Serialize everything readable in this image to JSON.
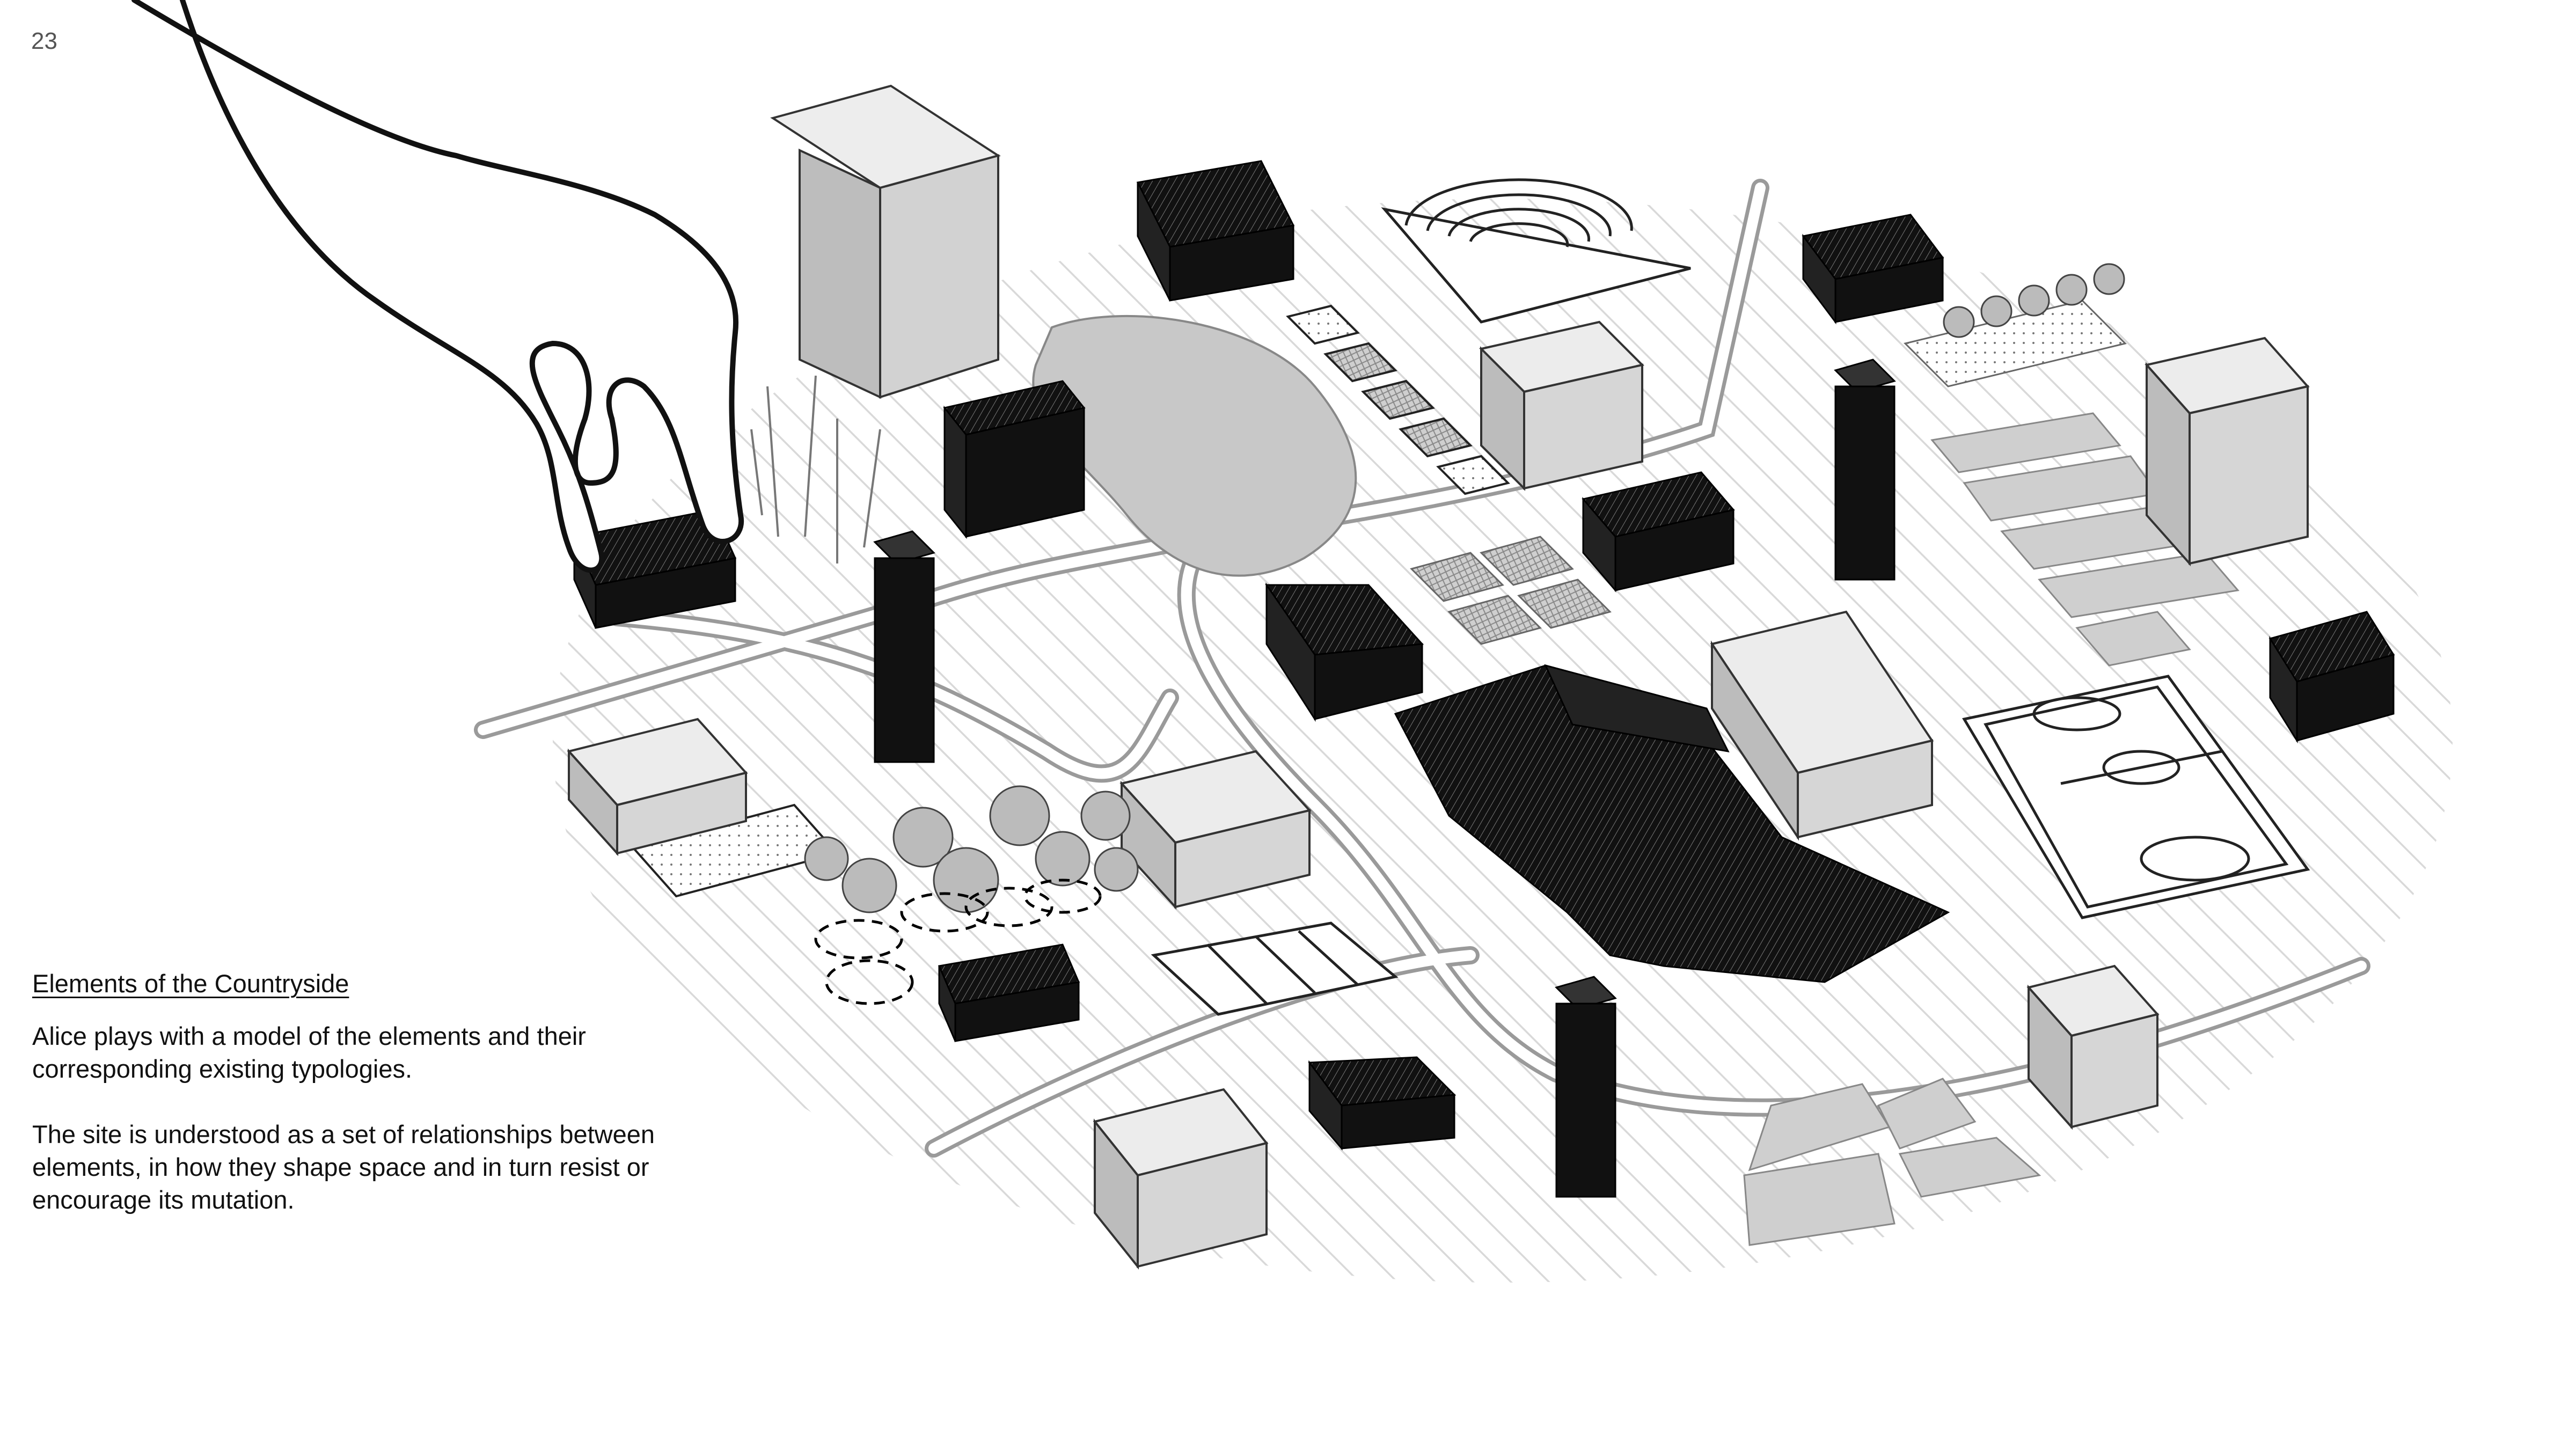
{
  "page": {
    "number": "23"
  },
  "caption": {
    "title": "Elements of the Countryside",
    "paragraph_1": "Alice plays with a model of the elements and their corresponding existing typologies.",
    "paragraph_2": "The site is understood as a set of relationships between elements, in how they shape space and in turn resist or encourage its mutation."
  },
  "illustration": {
    "subject": "isometric model of countryside elements held by a hand",
    "colors": {
      "black": "#111111",
      "light_grey": "#e2e2e2",
      "mid_grey": "#bdbdbd",
      "line": "#222222"
    }
  }
}
